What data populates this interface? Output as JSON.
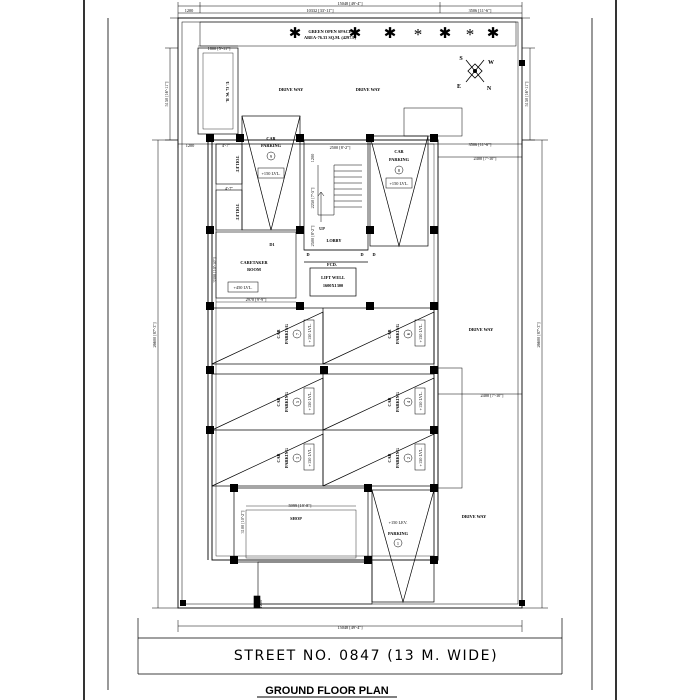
{
  "plan": {
    "title": "GROUND FLOOR PLAN",
    "street": "STREET NO. 0847 (13 M. WIDE)",
    "green_space": {
      "line1": "GREEN OPEN SPACE",
      "line2": "AREA-76.33 SQ.M. (4297.9)"
    },
    "compass": {
      "n": "N",
      "s": "S",
      "e": "E",
      "w": "W"
    },
    "rooms": {
      "ugwr": "U. G. W. R.",
      "drive_way_1": "DRIVE WAY",
      "drive_way_2": "DRIVE WAY",
      "drive_way_3": "DRIVE WAY",
      "drive_way_4": "DRIVE WAY",
      "toilet_1": "TOILET",
      "toilet_2": "TOILET",
      "caretaker_1": "CARETAKER",
      "caretaker_2": "ROOM",
      "caretaker_lvl": "+450 LVL.",
      "lobby": "LOBBY",
      "up": "UP",
      "lift_1": "LIFT WELL",
      "lift_2": "1600X1300",
      "fcd": "FCD.",
      "shop": "SHOP",
      "d1": "D1",
      "d_1": "D",
      "d_2": "D",
      "d_3": "D"
    },
    "parking": {
      "car": "CAR",
      "parking": "PARKING",
      "lvl": "+150 LVL.",
      "lvl_p1": "+150 LEV.",
      "nums": [
        "1",
        "2",
        "3",
        "4",
        "5",
        "6",
        "7",
        "8",
        "9"
      ]
    },
    "dimensions": {
      "top_total": "15048 [49'-4\"]",
      "top_mid": "10332 [33'-11\"]",
      "top_right": "3506 [11'-6\"]",
      "top_left": "1200",
      "ugwr_w": "1800 [5'-11\"]",
      "left_h": "5150 [16'-11\"]",
      "right_h": "5150 [16'-11\"]",
      "mid_left": "1200",
      "toilet_w1": "4'-7\"",
      "toilet_w2": "4'-7\"",
      "stair_w": "2500 [8'-2\"]",
      "stair_h1": "1200",
      "stair_h2": "2250 [7'-5\"]",
      "stair_h3": "2500 [8'-2\"]",
      "mid_right": "3506 [11'-6\"]",
      "mid_right2": "2400 [7'-10\"]",
      "care_h": "3300 [10'-10\"]",
      "care_w": "2970 [9'-9\"]",
      "side_total_l": "26600 [87'-3\"]",
      "side_total_r": "26600 [87'-3\"]",
      "drive_w": "2400 [7'-10\"]",
      "shop_w": "5999 [19'-8\"]",
      "shop_h": "3100 [10'-2\"]",
      "bottom_total": "15048 [49'-4\"]",
      "gate": "1200"
    }
  }
}
